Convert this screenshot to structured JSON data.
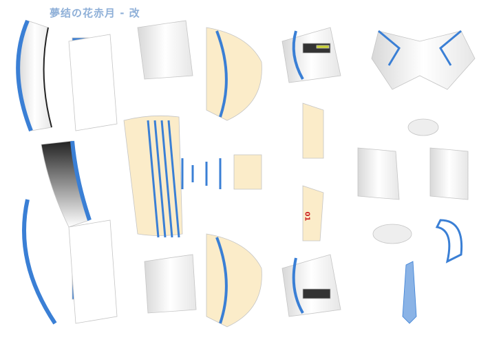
{
  "sheet": {
    "title": "夢结の花赤月 - 改",
    "type": "papercraft-template",
    "label_number": "01",
    "colors": {
      "accent_blue": "#3a7fd5",
      "skin": "#fbecc9",
      "white": "#ffffff",
      "outline": "#b8b8b8",
      "label_red": "#cc2222",
      "panel_dark": "#333333",
      "panel_green": "#c8d030"
    }
  }
}
